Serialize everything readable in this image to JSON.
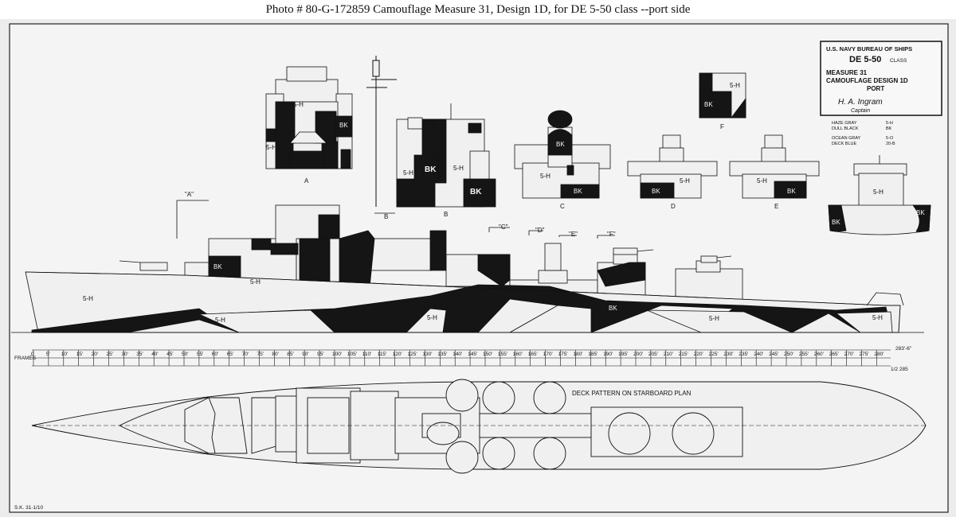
{
  "caption": "Photo #  80-G-172859     Camouflage Measure 31, Design 1D, for DE 5-50 class --port side",
  "title_block": {
    "line1": "U.S. NAVY   BUREAU OF SHIPS",
    "line2": "DE 5-50",
    "line2_suffix": "CLASS",
    "line3": "MEASURE 31",
    "line4": "CAMOUFLAGE DESIGN 1D",
    "line5": "PORT",
    "signature": "H. A. Ingram",
    "sig_title": "Captain",
    "legend": [
      {
        "name": "HAZE GRAY",
        "code": "5-H"
      },
      {
        "name": "DULL BLACK",
        "code": "BK"
      },
      {
        "name": "OCEAN GRAY",
        "code": "5-O"
      },
      {
        "name": "DECK BLUE",
        "code": "20-B"
      }
    ]
  },
  "labels": {
    "haze": "5-H",
    "black": "BK",
    "view_a": "A",
    "view_b": "B",
    "view_c": "C",
    "view_d": "D",
    "view_e": "E",
    "view_f": "F",
    "sec_a": "\"A\"",
    "sec_c": "\"C\"",
    "sec_d": "\"D\"",
    "sec_e": "\"E\"",
    "sec_f": "\"F\"",
    "deck_plan": "DECK PATTERN  ON  STARBOARD  PLAN",
    "frames": "FRAMES",
    "stamp": "S.K.  31-1/10",
    "scale_end_top": "283'-6\"",
    "scale_end_bottom": "1/2 285"
  },
  "scale": {
    "labels": [
      "0",
      "5'",
      "10'",
      "15'",
      "20'",
      "25'",
      "30'",
      "35'",
      "40'",
      "45'",
      "50'",
      "55'",
      "60'",
      "65'",
      "70'",
      "75'",
      "80'",
      "85'",
      "90'",
      "95'",
      "100'",
      "105'",
      "110'",
      "115'",
      "120'",
      "125'",
      "130'",
      "135'",
      "140'",
      "145'",
      "150'",
      "155'",
      "160'",
      "165'",
      "170'",
      "175'",
      "180'",
      "185'",
      "190'",
      "195'",
      "200'",
      "205'",
      "210'",
      "215'",
      "220'",
      "225'",
      "230'",
      "235'",
      "240'",
      "245'",
      "250'",
      "255'",
      "260'",
      "265'",
      "270'",
      "275'",
      "280'"
    ]
  },
  "colors": {
    "paper": "#f4f4f4",
    "ink": "#111111",
    "haze_gray": "#f0f0f0",
    "dull_black": "#151515"
  }
}
